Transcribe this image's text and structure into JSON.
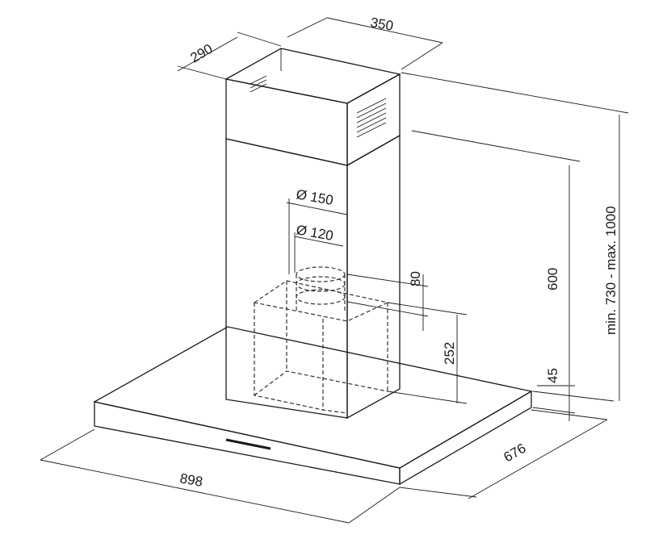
{
  "dimensions": {
    "chimney_depth": "290",
    "chimney_width": "350",
    "total_height_range": "min. 730 - max. 1000",
    "canopy_to_duct_height": "600",
    "canopy_thickness": "45",
    "duct_diameter_outer": "Ø 150",
    "duct_diameter_inner": "Ø 120",
    "collar_height": "80",
    "motor_box_height": "252",
    "hood_width": "898",
    "hood_depth": "676"
  }
}
